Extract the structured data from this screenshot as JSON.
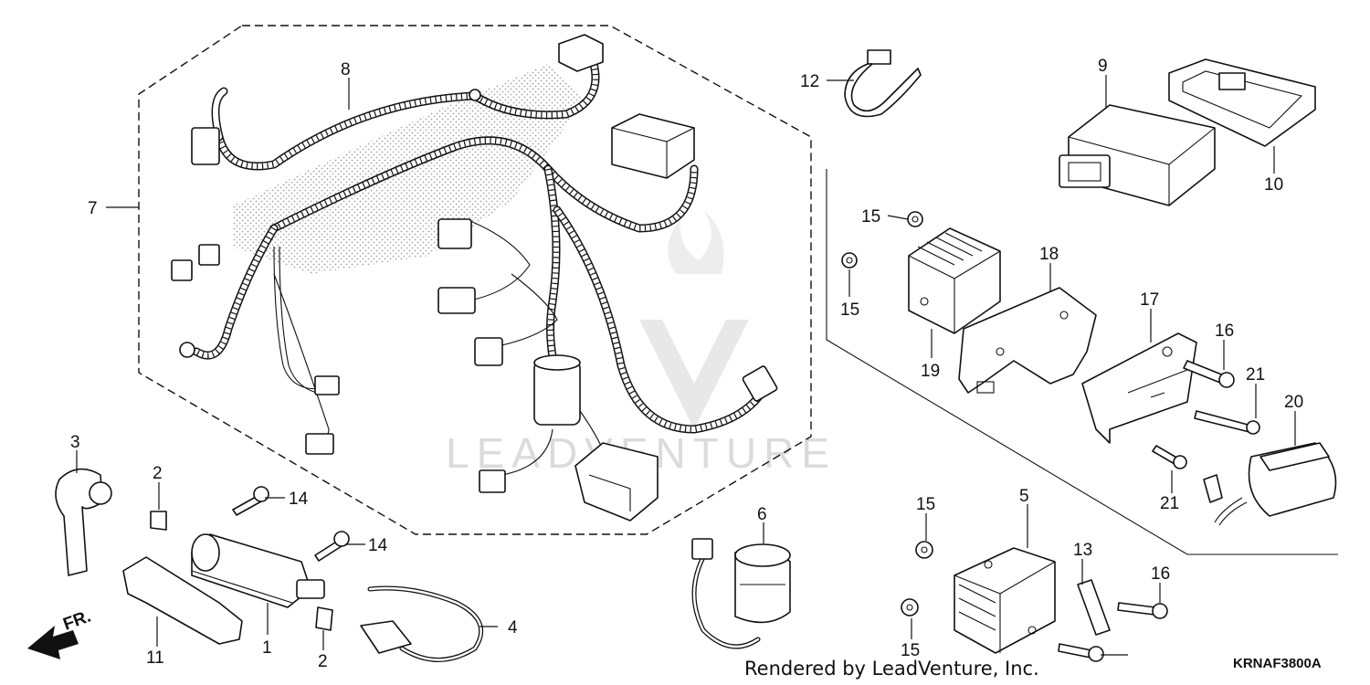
{
  "diagram_code": "KRNAF3800A",
  "render_note": "Rendered by LeadVenture, Inc.",
  "watermark": "LEADVENTURE",
  "direction_label": "FR.",
  "callouts": {
    "c1": "1",
    "c2a": "2",
    "c2b": "2",
    "c3": "3",
    "c4": "4",
    "c5": "5",
    "c6": "6",
    "c7": "7",
    "c8": "8",
    "c9": "9",
    "c10": "10",
    "c11": "11",
    "c12": "12",
    "c13": "13",
    "c14a": "14",
    "c14b": "14",
    "c15a": "15",
    "c15b": "15",
    "c15c": "15",
    "c15d": "15",
    "c16a": "16",
    "c16b": "16",
    "c17": "17",
    "c18": "18",
    "c19": "19",
    "c20": "20",
    "c21a": "21",
    "c21b": "21"
  }
}
